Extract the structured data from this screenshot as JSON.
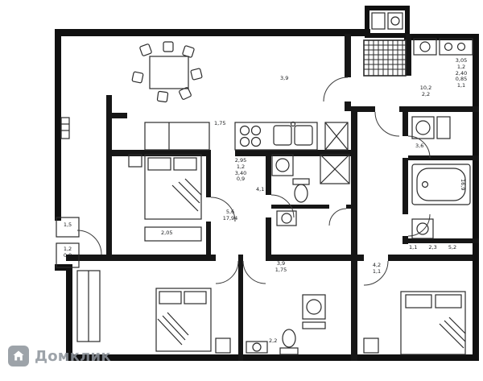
{
  "watermark": {
    "brand": "Домклик"
  },
  "area_labels": {
    "top_center": "3,9",
    "kitchen_gap": "1,75",
    "hall_stack": [
      "2,95",
      "1,2",
      "3,40",
      "0,9"
    ],
    "bath_mid": "4,1",
    "hall_main": [
      "5,6",
      "17,94"
    ],
    "right_top_stack": [
      "3,05",
      "1,2",
      "2,40",
      "0,85",
      "1,1"
    ],
    "kitchen_right": [
      "10,2",
      "2,2"
    ],
    "laundry_room": "3,6",
    "bathroom_right": "16,9",
    "shaft_a": "1,5",
    "shaft_b": [
      "1,2",
      "0,8"
    ],
    "desk": "2,05",
    "bath_bottom": [
      "3,9",
      "1,75"
    ],
    "bedroom_right_dim": [
      "4,2",
      "1,1"
    ],
    "dim_row": [
      "1,1",
      "2,3",
      "5,2"
    ],
    "bath_bottom2": "2,2"
  }
}
